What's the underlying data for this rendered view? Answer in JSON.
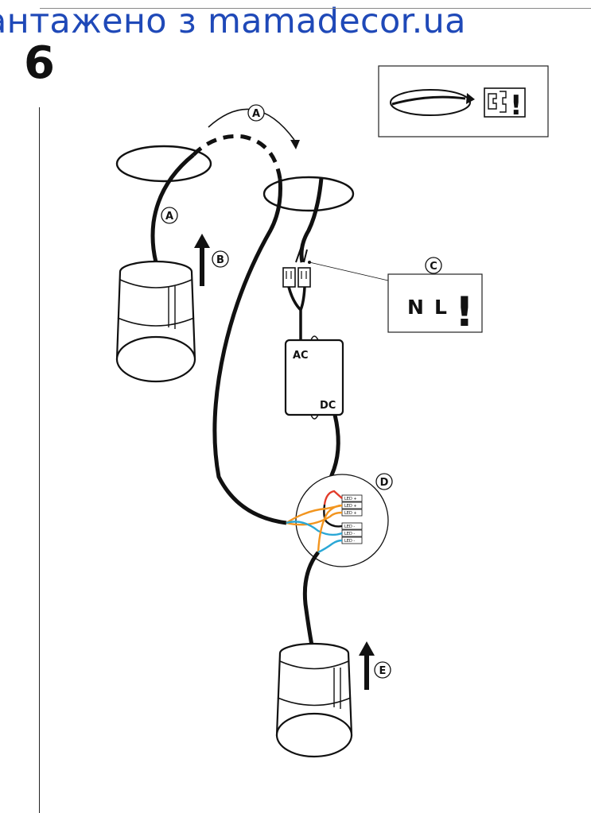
{
  "watermark": "антажено з mamadecor.ua",
  "step": "6",
  "labels": {
    "a_top": "A",
    "a_cable": "A",
    "b": "B",
    "c": "C",
    "d": "D",
    "e": "E"
  },
  "nl_box": {
    "n": "N",
    "l": "L",
    "excl": "!"
  },
  "icon_box": {
    "excl": "!"
  },
  "driver": {
    "ac": "AC",
    "dc": "DC"
  },
  "terminals": [
    "LED +",
    "LED +",
    "LED +",
    "LED -",
    "LED -",
    "LED -"
  ],
  "colors": {
    "accent": "#1f49b8",
    "positive": "#e23b2a",
    "neutral": "#f2951f",
    "negative": "#2aa7d6"
  }
}
